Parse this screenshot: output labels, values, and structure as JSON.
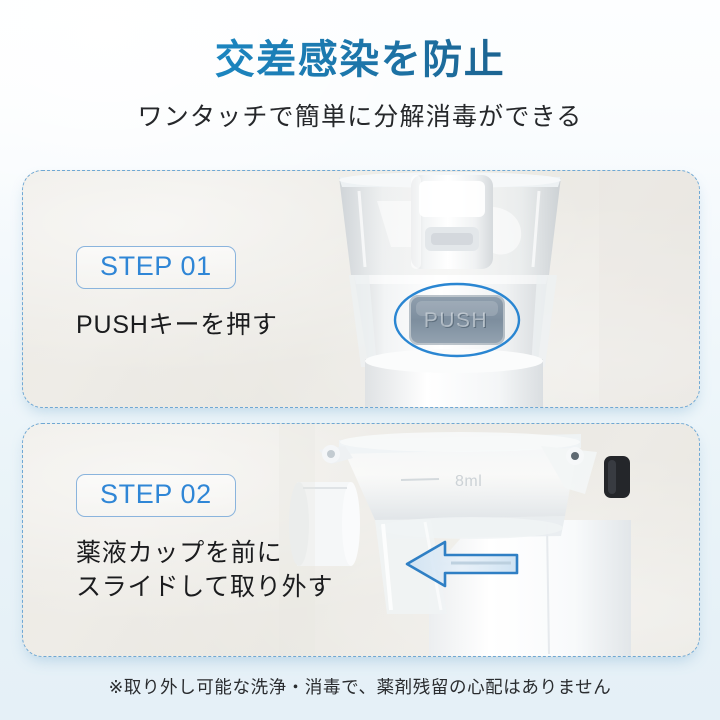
{
  "header": {
    "title": "交差感染を防止",
    "subtitle": "ワンタッチで簡単に分解消毒ができる",
    "title_gradient_from": "#1a8ec8",
    "title_gradient_to": "#1a4e74"
  },
  "steps": [
    {
      "badge": "STEP 01",
      "description": "PUSHキーを押す",
      "photo": {
        "alt_name": "nebulizer-push-button-photo",
        "button_label": "PUSH",
        "highlight_shape": "oval-ring",
        "highlight_color": "#1f7fd0"
      }
    },
    {
      "badge": "STEP 02",
      "description": "薬液カップを前に\nスライドして取り外す",
      "photo": {
        "alt_name": "medicine-cup-slide-photo",
        "cup_volume_mark": "8ml",
        "arrow_direction": "left",
        "arrow_color": "#2f7fc4"
      }
    }
  ],
  "footer": {
    "note": "※取り外し可能な洗浄・消毒で、薬剤残留の心配はありません"
  },
  "theme": {
    "badge_text_color": "#2f86d6",
    "badge_border_color": "#8ab4dd",
    "card_border_color": "#6fa8d4",
    "card_bg_color": "#ecebe5",
    "page_bg_top": "#fdfeff",
    "page_bg_bottom": "#e5f0f7"
  }
}
